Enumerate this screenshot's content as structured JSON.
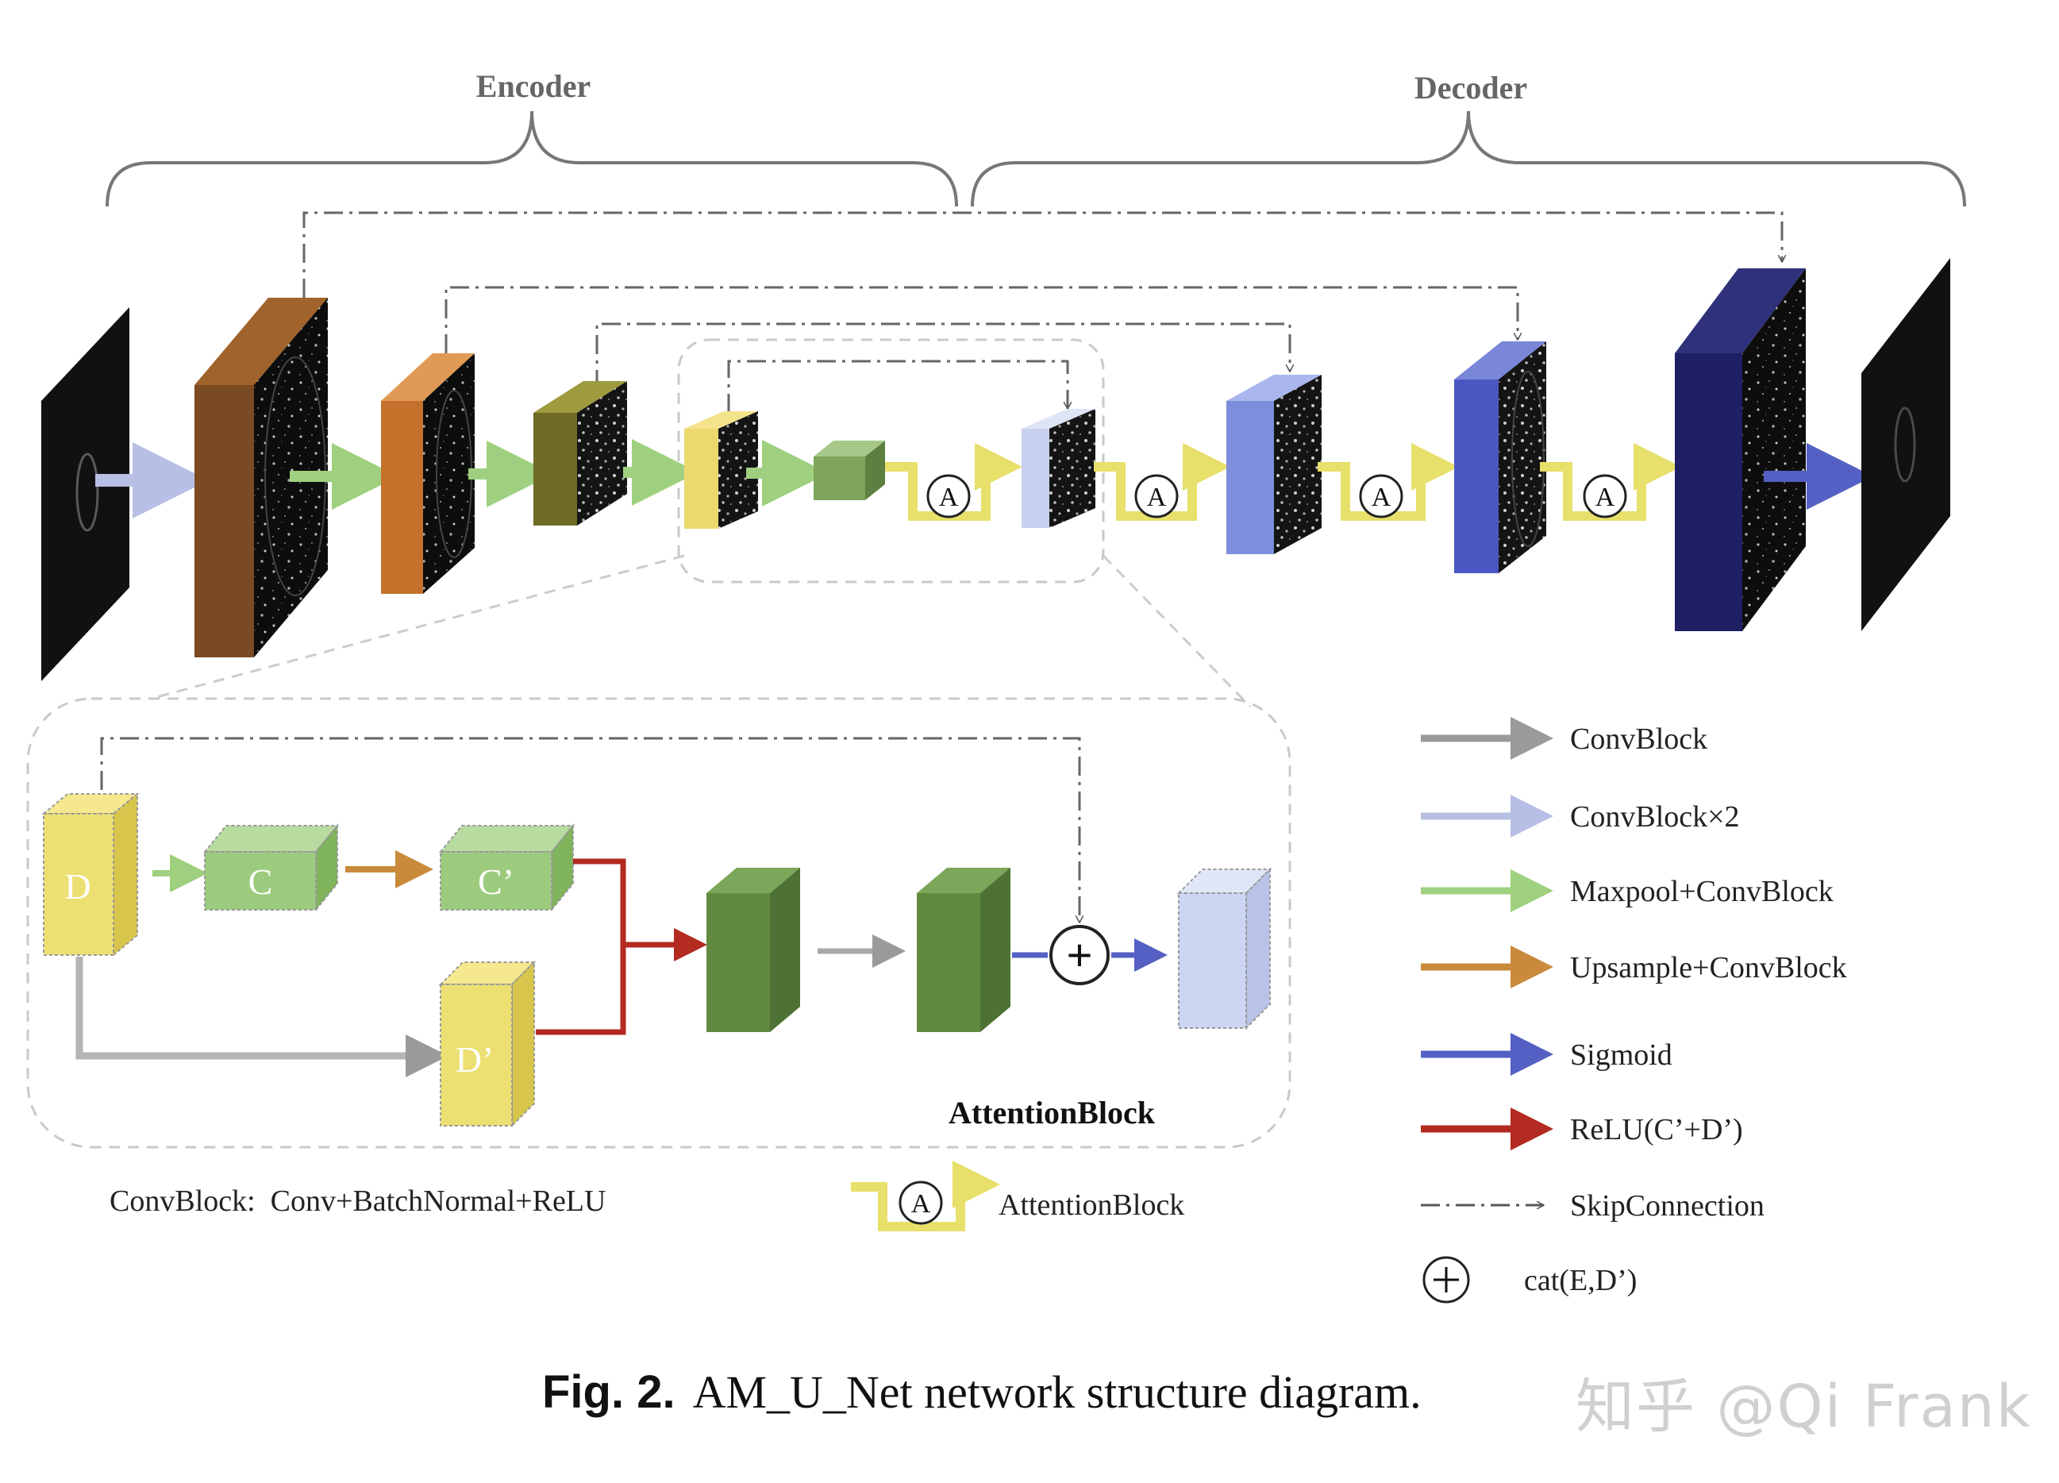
{
  "encoder_label": "Encoder",
  "decoder_label": "Decoder",
  "attention_marker": "A",
  "inset": {
    "d_label": "D",
    "c_label": "C",
    "c_prime_label": "C’",
    "d_prime_label": "D’",
    "plus_symbol": "+",
    "title": "AttentionBlock"
  },
  "convblock_note": "ConvBlock:  Conv+BatchNormal+ReLU",
  "attention_key_label": "AttentionBlock",
  "legend": [
    {
      "label": "ConvBlock",
      "color": "#9a9a9a",
      "style": "arrow"
    },
    {
      "label": "ConvBlock×2",
      "color": "#b7bfe4",
      "style": "arrow"
    },
    {
      "label": "Maxpool+ConvBlock",
      "color": "#9fd07f",
      "style": "arrow"
    },
    {
      "label": "Upsample+ConvBlock",
      "color": "#c98a3c",
      "style": "arrow"
    },
    {
      "label": "Sigmoid",
      "color": "#5560c4",
      "style": "arrow"
    },
    {
      "label": "ReLU(C’+D’)",
      "color": "#b22a20",
      "style": "arrow"
    },
    {
      "label": "SkipConnection",
      "color": "#555555",
      "style": "dashdot"
    },
    {
      "label": "cat(E,D’)",
      "color": "#222222",
      "style": "circle-plus"
    }
  ],
  "caption": {
    "fig_label": "Fig. 2.",
    "text": "AM_U_Net network structure diagram."
  },
  "watermark": "知乎 @Qi Frank"
}
